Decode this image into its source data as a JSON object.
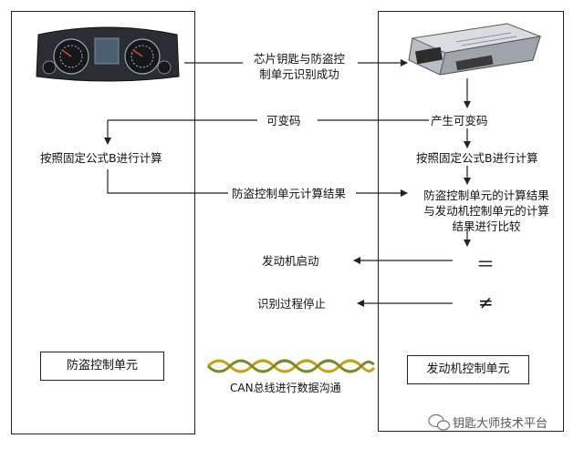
{
  "left_unit": {
    "label": "防盗控制单元"
  },
  "right_unit": {
    "label": "发动机控制单元"
  },
  "steps": {
    "chip_key_line1": "芯片钥匙与防盗控",
    "chip_key_line2": "制单元识别成功",
    "variable_code": "可变码",
    "generate_variable_code": "产生可变码",
    "calc_left": "按照固定公式B进行计算",
    "calc_right": "按照固定公式B进行计算",
    "immo_result": "防盗控制单元计算结果",
    "compare_line1": "防盗控制单元的计算结果",
    "compare_line2": "与发动机控制单元的计算",
    "compare_line3": "结果进行比较",
    "engine_start": "发动机启动",
    "equal_symbol": "＝",
    "stop_identify": "识别过程停止",
    "not_equal_symbol": "≠"
  },
  "bus_label": "CAN总线进行数据沟通",
  "watermark": "钥匙大师技术平台"
}
